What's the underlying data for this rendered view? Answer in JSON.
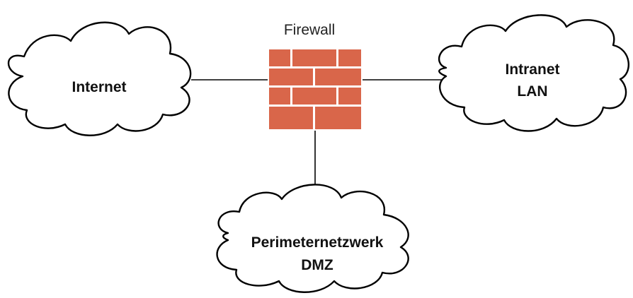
{
  "firewall": {
    "label": "Firewall",
    "brick_color": "#d9664a"
  },
  "nodes": {
    "internet": {
      "lines": [
        "Internet"
      ]
    },
    "intranet": {
      "lines": [
        "Intranet",
        "LAN"
      ]
    },
    "dmz": {
      "lines": [
        "Perimeternetzwerk",
        "DMZ"
      ]
    }
  }
}
